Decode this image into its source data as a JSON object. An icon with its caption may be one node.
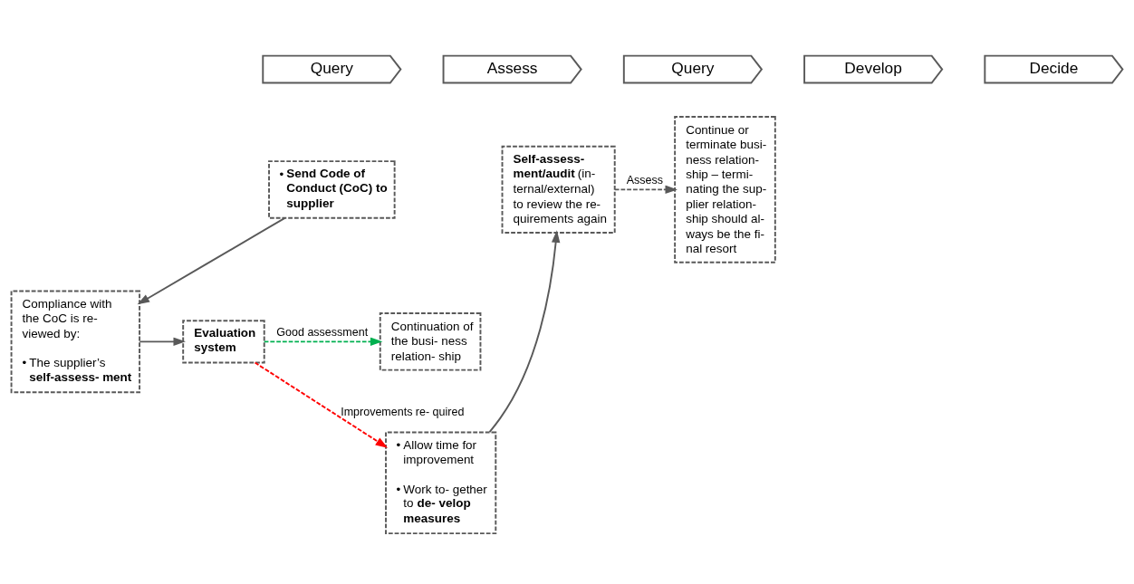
{
  "diagram": {
    "nodes": [
      {
        "text": [
          "Query"
        ]
      },
      {
        "text": [
          "Assess"
        ]
      },
      {
        "text": [
          "Query"
        ]
      },
      {
        "text": [
          "Develop"
        ]
      },
      {
        "text": [
          "Decide"
        ]
      },
      {
        "text": [
          "• **Send Code of Conduct (CoC) to supplier**"
        ]
      },
      {
        "text": [
          "Compliance with the CoC is re- viewed by:",
          "• The supplier’s **self-assess- ment**"
        ]
      },
      {
        "text": [
          "**Evaluation system**"
        ]
      },
      {
        "text": [
          "**Self-assess- ment/audit** (in- ternal/external) to review the re- quirements again"
        ]
      },
      {
        "text": [
          "• Allow time for improvement",
          "• Work to- gether to **de- velop measures**"
        ]
      },
      {
        "text": [
          "Continue or terminate busi- ness relation- ship – termi- nating the sup- plier relation- ship should al- ways be the fi- nal resort"
        ]
      },
      {
        "text": [
          "Continuation of the busi- ness relation- ship"
        ]
      }
    ],
    "edges": [
      {
        "from": 5,
        "to": 6,
        "arrow": "to"
      },
      {
        "from": 6,
        "to": 7,
        "arrow": "to"
      },
      {
        "from": 7,
        "to": 9,
        "arrow": "to",
        "label": "Improvements re- quired",
        "style": "dashed",
        "color": "#ff0000"
      },
      {
        "from": 9,
        "to": 8,
        "arrow": "to"
      },
      {
        "from": 8,
        "to": 10,
        "arrow": "to",
        "label": "Assess",
        "style": "dashed"
      },
      {
        "from": 7,
        "to": 11,
        "arrow": "to",
        "label": "Good assessment",
        "style": "dashed",
        "color": "#00b050"
      }
    ]
  }
}
